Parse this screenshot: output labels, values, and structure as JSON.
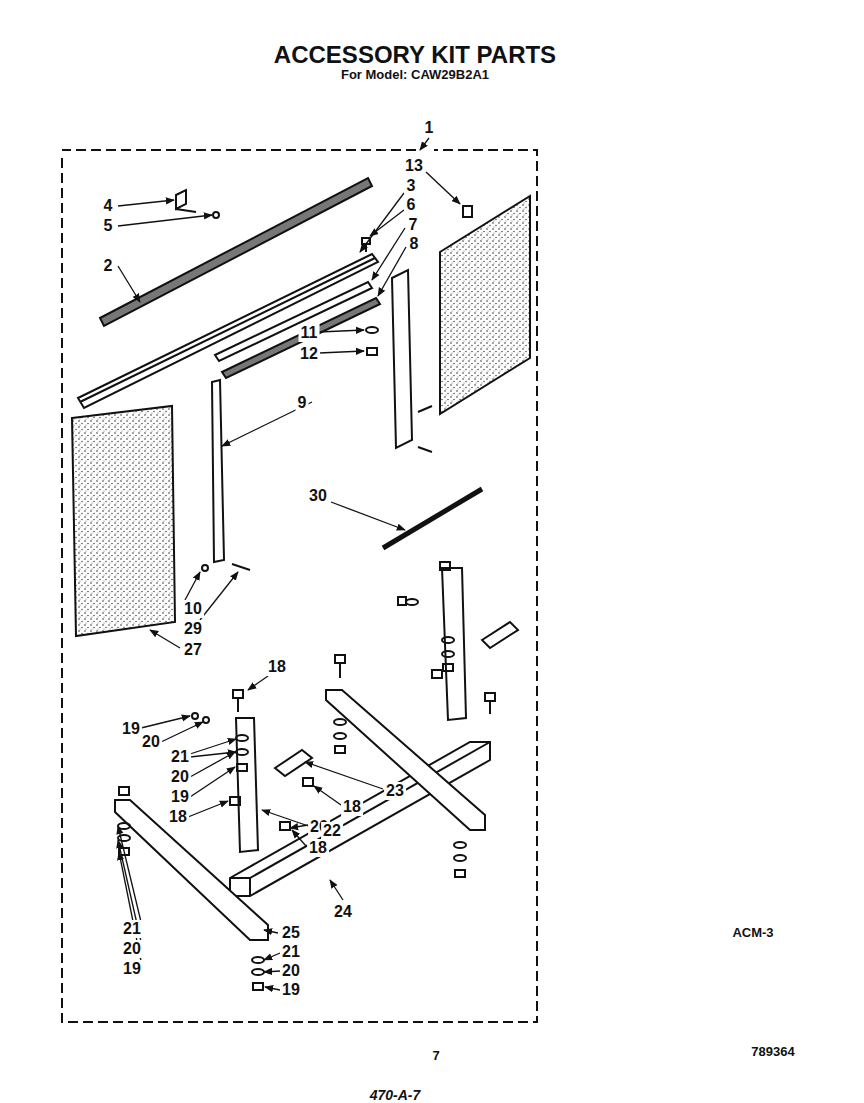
{
  "diagram": {
    "title": "ACCESSORY KIT PARTS",
    "labels": [
      "For Model: CAW29B2A1",
      "1",
      "13",
      "3",
      "4",
      "6",
      "7",
      "5",
      "8",
      "2",
      "11",
      "12",
      "9",
      "30",
      "10",
      "29",
      "27",
      "18",
      "19",
      "20",
      "21",
      "20",
      "19",
      "18",
      "23",
      "18",
      "26",
      "22",
      "18",
      "24",
      "21",
      "25",
      "20",
      "21",
      "19",
      "20",
      "19",
      "ACM-3",
      "7",
      "789364",
      "470-A-7"
    ]
  }
}
